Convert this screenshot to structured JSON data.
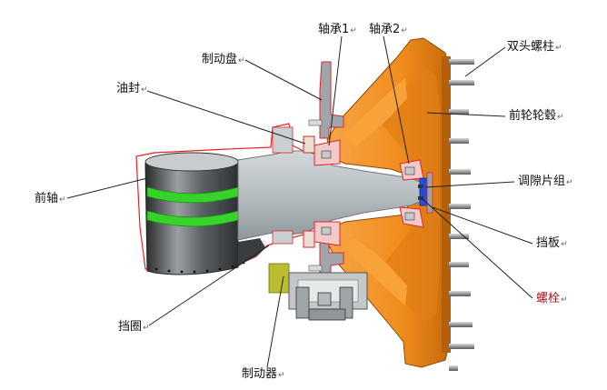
{
  "labels": {
    "bearing1": "轴承1",
    "bearing2": "轴承2",
    "brake_disc": "制动盘",
    "oil_seal": "油封",
    "stud": "双头螺柱",
    "hub": "前轮轮毂",
    "shim_group": "调隙片组",
    "front_axle": "前轴",
    "baffle": "挡板",
    "bolt": "螺栓",
    "retaining_ring": "挡圈",
    "brake": "制动器",
    "return_mark": "↵"
  },
  "colors": {
    "hub": "#f5911e",
    "hub_dark": "#c06408",
    "shaft": "#bcc3c6",
    "shaft_dark": "#7f878b",
    "green": "#37d22a",
    "section_line": "#e0252a",
    "bracket_yellow": "#b9bd2f",
    "bolt_text": "#b3141a",
    "stud": "#a7a7a7"
  }
}
